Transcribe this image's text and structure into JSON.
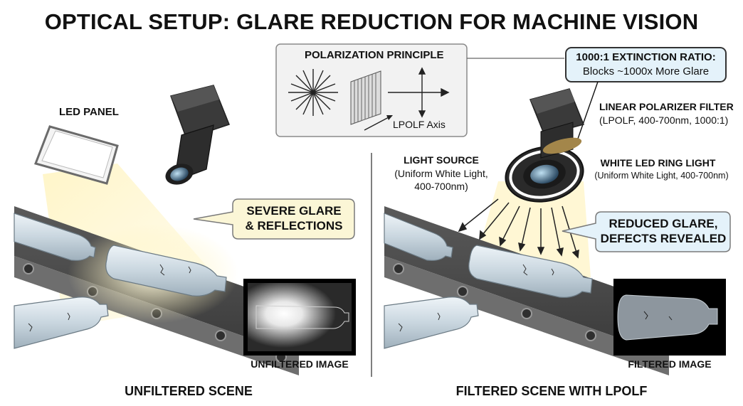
{
  "title": "OPTICAL SETUP: GLARE REDUCTION FOR MACHINE VISION",
  "polarization": {
    "heading": "POLARIZATION PRINCIPLE",
    "axis_label": "LPOLF Axis"
  },
  "extinction": {
    "line1": "1000:1 EXTINCTION RATIO:",
    "line2": "Blocks ~1000x More Glare"
  },
  "left": {
    "led_panel": "LED PANEL",
    "glare_line1": "SEVERE GLARE",
    "glare_line2": "& REFLECTIONS",
    "inset_caption": "UNFILTERED IMAGE",
    "scene_label": "UNFILTERED SCENE"
  },
  "right": {
    "filter_line1": "LINEAR POLARIZER FILTER",
    "filter_line2": "(LPOLF, 400-700nm, 1000:1)",
    "light_line1": "LIGHT SOURCE",
    "light_line2": "(Uniform White Light,",
    "light_line3": "400-700nm)",
    "ring_line1": "WHITE LED RING LIGHT",
    "ring_line2": "(Uniform White Light, 400-700nm)",
    "reduced_line1": "REDUCED GLARE,",
    "reduced_line2": "DEFECTS REVEALED",
    "inset_caption": "FILTERED IMAGE",
    "scene_label": "FILTERED SCENE WITH LPOLF"
  },
  "colors": {
    "callout_fill": "#fbf6d6",
    "callout_stroke": "#7a7a7a",
    "belt": "#4a4a4a",
    "glow": "#fff3b8",
    "accent_blue": "#e4f2fa"
  }
}
